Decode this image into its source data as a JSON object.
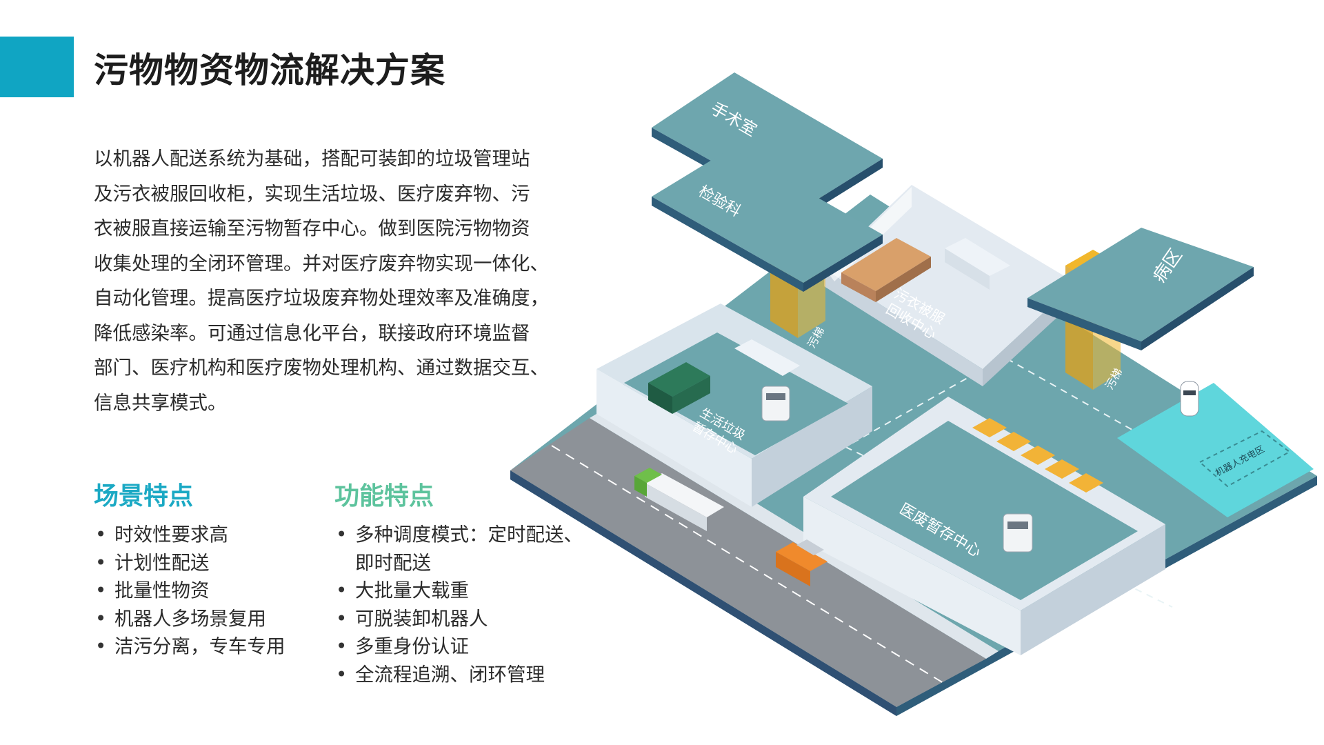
{
  "title": "污物物资物流解决方案",
  "description": [
    "以机器人配送系统为基础，搭配可装卸的垃圾管理站",
    "及污衣被服回收柜，实现生活垃圾、医疗废弃物、污",
    "衣被服直接运输至污物暂存中心。做到医院污物物资",
    "收集处理的全闭环管理。并对医疗废弃物实现一体化、",
    "自动化管理。提高医疗垃圾废弃物处理效率及准确度，",
    "降低感染率。可通过信息化平台，联接政府环境监督",
    "部门、医疗机构和医疗废物处理机构、通过数据交互、",
    "信息共享模式。"
  ],
  "scene_features": {
    "heading": "场景特点",
    "items": [
      "时效性要求高",
      "计划性配送",
      "批量性物资",
      "机器人多场景复用",
      "洁污分离，专车专用"
    ]
  },
  "function_features": {
    "heading": "功能特点",
    "items": [
      "多种调度模式：定时配送、即时配送",
      "大批量大载重",
      "可脱装卸机器人",
      "多重身份认证",
      "全流程追溯、闭环管理"
    ]
  },
  "map_labels": {
    "operating_room": "手术室",
    "lab": "检验科",
    "ward": "病区",
    "laundry_center_line1": "污衣被服",
    "laundry_center_line2": "回收中心",
    "domestic_waste_line1": "生活垃圾",
    "domestic_waste_line2": "暂存中心",
    "medical_waste_center": "医废暂存中心",
    "robot_charging_area": "机器人充电区",
    "elevator_1": "污梯",
    "elevator_2": "污梯"
  },
  "colors": {
    "accent": "#10a5c3",
    "scene_heading": "#1ba9c4",
    "function_heading": "#5dc39d",
    "floor": "#6da6ad",
    "wall": "#dde6ee",
    "road": "#8a8f95",
    "elevator_shaft": "#f1b72c",
    "charging_area": "#5fd6dc"
  },
  "icons": [
    "bullet-dot-icon",
    "elevator-shaft-icon",
    "delivery-robot-icon",
    "garbage-truck-icon",
    "trash-bin-icon",
    "laundry-cart-icon",
    "waste-cart-icon"
  ]
}
